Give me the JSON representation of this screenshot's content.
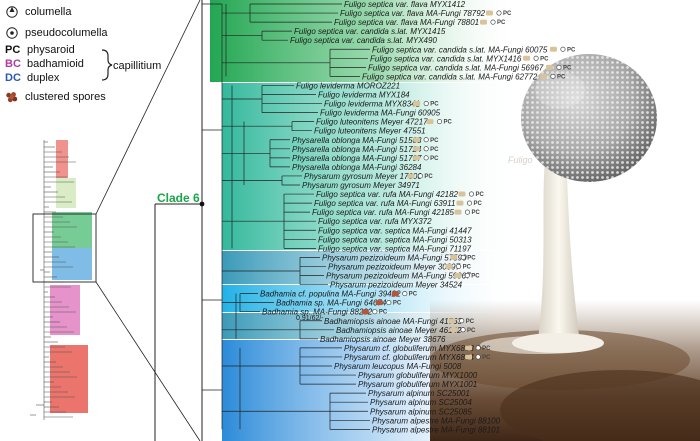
{
  "legend": {
    "columella": "columella",
    "pseudocolumella": "pseudocolumella",
    "capillitium": [
      {
        "code": "PC",
        "label": "physaroid",
        "color": "#111111"
      },
      {
        "code": "BC",
        "label": "badhamioid",
        "color": "#b03aa0"
      },
      {
        "code": "DC",
        "label": "duplex",
        "color": "#2a57b8"
      }
    ],
    "capillitium_label": "capillitium",
    "clustered_spores": "clustered spores"
  },
  "clade_label": "Clade 6",
  "support_value": "0.91/62/-",
  "photo_caption": "Fuligo",
  "trait_code": "PC",
  "colors": {
    "green": "#2cb05a",
    "teal": "#3fb9a0",
    "cyan": "#29b6e0",
    "blue": "#2a8fd6",
    "magenta": "#d64ba8",
    "red": "#e23a2e"
  },
  "taxa": [
    "Fuligo septica var. flava MYX1412",
    "Fuligo septica var. flava MA-Fungi 78792",
    "Fuligo septica var. flava MA-Fungi 78801",
    "Fuligo septica var. candida s.lat. MYX1415",
    "Fuligo septica var. candida s.lat. MYX490",
    "Fuligo septica var. candida s.lat. MA-Fungi 60075",
    "Fuligo septica var. candida s.lat. MYX1416",
    "Fuligo septica var. candida s.lat. MA-Fungi 56967",
    "Fuligo septica var. candida s.lat. MA-Fungi 62772",
    "Fuligo leviderma MOROZ221",
    "Fuligo leviderma MYX184",
    "Fuligo leviderma MYX8341",
    "Fuligo leviderma MA-Fungi 60905",
    "Fuligo luteonitens Meyer 47217",
    "Fuligo luteonitens Meyer 47551",
    "Physarella oblonga MA-Fungi 51508",
    "Physarella oblonga MA-Fungi 51724",
    "Physarella oblonga MA-Fungi 51797",
    "Physarella oblonga MA-Fungi 36284",
    "Physarum gyrosum Meyer 17000",
    "Physarum gyrosum Meyer 34971",
    "Fuligo septica var. rufa MA-Fungi 42182",
    "Fuligo septica var. rufa MA-Fungi 63911",
    "Fuligo septica var. rufa MA-Fungi 42185",
    "Fuligo septica var. rufa MYX372",
    "Fuligo septica var. septica MA-Fungi 41447",
    "Fuligo septica var. septica MA-Fungi 50313",
    "Fuligo septica var. septica MA-Fungi 71197",
    "Physarum pezizoideum MA-Fungi 57590",
    "Physarum pezizoideum Meyer 30097",
    "Physarum pezizoideum MA-Fungi 59067",
    "Physarum pezizoideum Meyer 34524",
    "Badhamia cf. populina MA-Fungi 39422",
    "Badhamia sp. MA-Fungi 64674",
    "Badhamia sp. MA-Fungi 88232",
    "Badhamiopsis ainoae MA-Fungi 41763",
    "Badhamiopsis ainoae Meyer 46142",
    "Badhamiopsis ainoae Meyer 38676",
    "Physarum cf. globuliferum MYX6853",
    "Physarum cf. globuliferum MYX6854",
    "Physarum leucopus MA-Fungi 5008",
    "Physarum globuliferum MYX1000",
    "Physarum globuliferum MYX1001",
    "Physarum alpinum SC25001",
    "Physarum alpinum SC25004",
    "Physarum alpinum SC25085",
    "Physarum alpestre MA-Fungi 88100",
    "Physarum alpestre MA-Fungi 88101"
  ]
}
